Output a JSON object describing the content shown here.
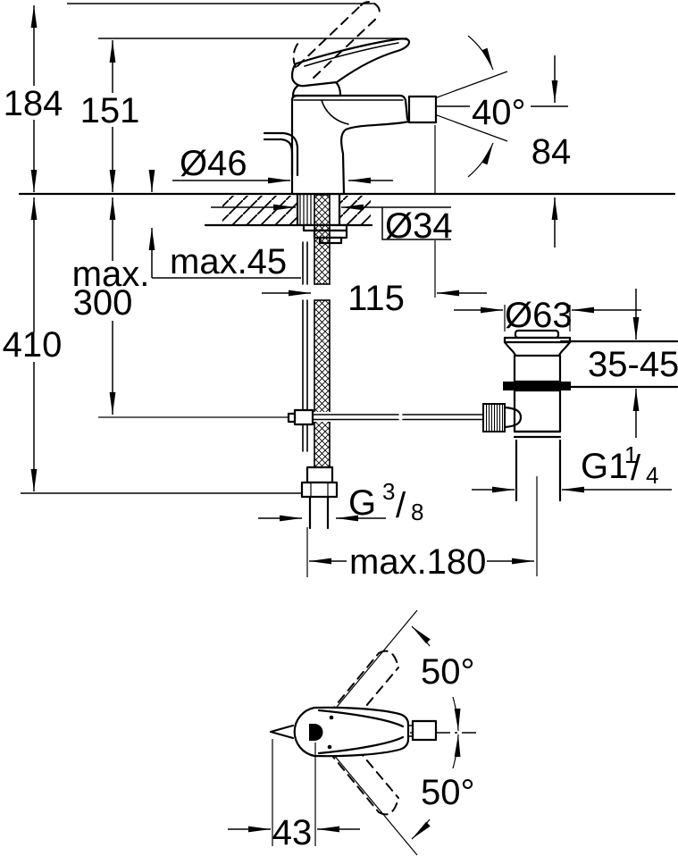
{
  "colors": {
    "ink": "#000000",
    "background": "#ffffff"
  },
  "front_view": {
    "labels": {
      "total_height": "184",
      "spout_height": "151",
      "base_diameter": "Ø46",
      "spray_angle": "40°",
      "outlet_height": "84",
      "hole_diameter": "Ø34",
      "deck_thickness": "max.45",
      "rod_drop_line1": "max.",
      "rod_drop_line2": "300",
      "hose_drop": "410",
      "spout_reach": "115",
      "waste_flange_diameter": "Ø63",
      "waste_deck_range": "35-45",
      "waste_thread_base": "G1",
      "waste_thread_sup": "1",
      "waste_thread_slash": "/",
      "waste_thread_sub": "4",
      "supply_thread_base": "G",
      "supply_thread_sup": "3",
      "supply_thread_slash": "/",
      "supply_thread_sub": "8",
      "max_spread": "max.180"
    }
  },
  "top_view": {
    "labels": {
      "handle_swing_up": "50°",
      "handle_swing_down": "50°",
      "handle_offset": "43"
    }
  }
}
